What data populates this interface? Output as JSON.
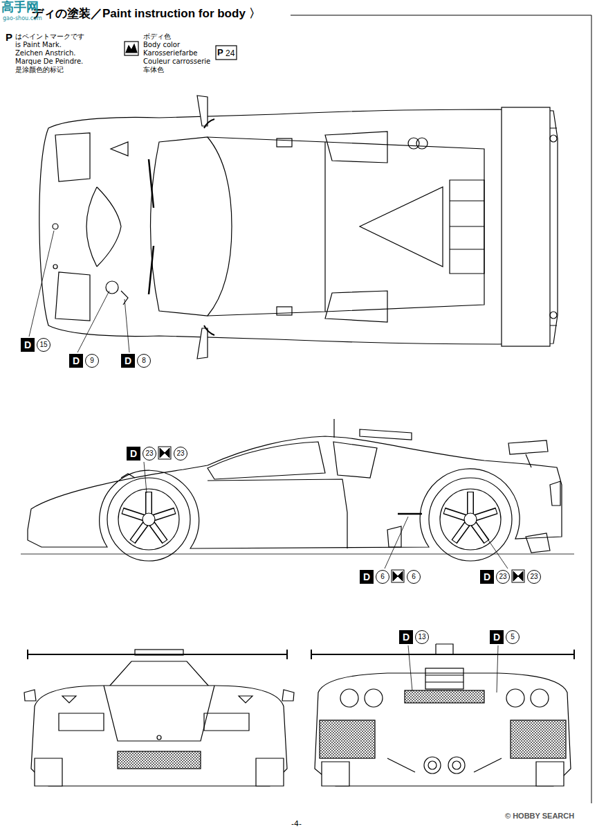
{
  "diagram": {
    "title": "ディの塗装／Paint instruction for body 〉",
    "labels": [
      "高手网",
      "gao-shou.com",
      "P",
      "はペイントマークです",
      "is Paint Mark.",
      "Zeichen Anstrich.",
      "Marque De Peindre.",
      "是涂颜色的标记",
      "ボディ色",
      "Body color",
      "Karosseriefarbe",
      "Couleur carrosserie",
      "车体色",
      "P",
      "24",
      "D",
      "15",
      "D",
      "9",
      "D",
      "8",
      "D",
      "23",
      "23",
      "D",
      "6",
      "6",
      "D",
      "23",
      "23",
      "D",
      "13",
      "D",
      "5",
      "-4-",
      "© HOBBY SEARCH"
    ]
  }
}
